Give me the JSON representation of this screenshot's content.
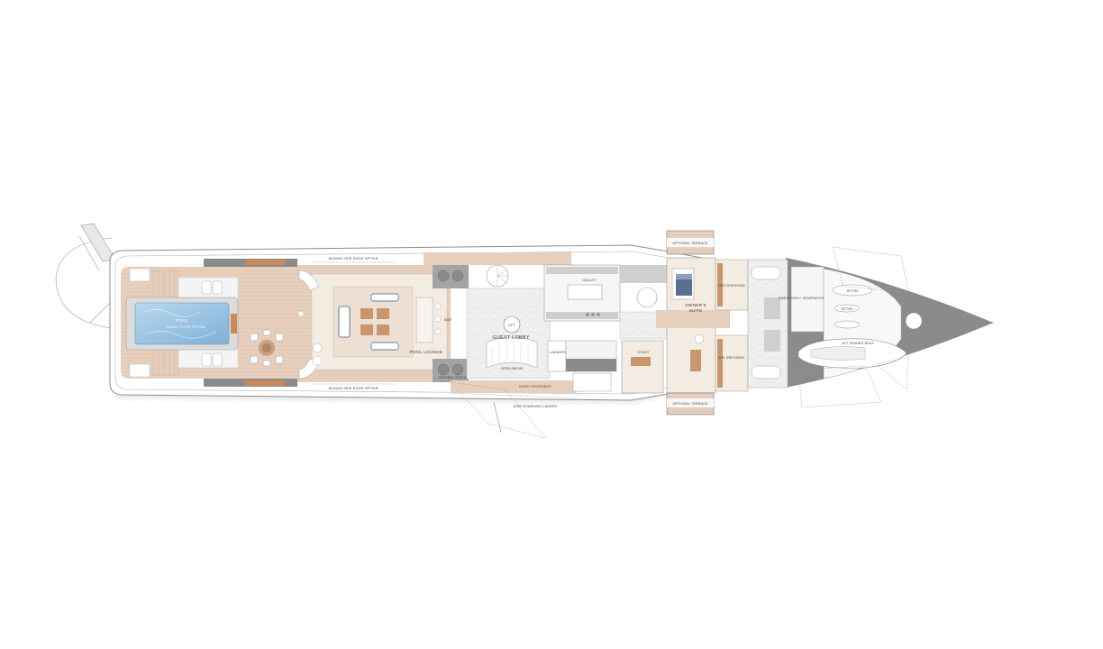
{
  "labels": {
    "pool": "POOL",
    "pool_floor": "GLASS FLOOR OPTION",
    "sliding_top": "SLIDING SIDE DOOR OPTION",
    "sliding_bottom": "SLIDING SIDE DOOR OPTION",
    "pool_lounge": "POOL LOUNGE",
    "bar": "BAR",
    "guest_lobby": "GUEST LOBBY",
    "lift": "LIFT",
    "guest_entrance": "GUEST ENTRANCE",
    "side_boarding": "SIDE BOARDING LADDER",
    "galley": "GALLEY",
    "owners_suite_1": "OWNER'S",
    "owners_suite_2": "SUITE",
    "study": "STUDY",
    "optional_terrace_top": "OPTIONAL TERRACE",
    "optional_terrace_bottom": "OPTIONAL TERRACE",
    "her_dressing": "HER DRESSING",
    "his_dressing": "HIS DRESSING",
    "jet_tender": "JET TENDER BOAT",
    "jetski_top": "JETSKI",
    "jetski_bottom": "JETSKI",
    "emergency_generator": "EMERGENCY GENERATOR ROOM",
    "open_above": "OPEN ABOVE",
    "laundry": "LAUNDRY",
    "central_station": "CENTRAL STATION"
  },
  "colors": {
    "hull_dark": "#8a8b8d",
    "deck_wood": "#e6d0bd",
    "deck_wood_dark": "#d8bba2",
    "interior_light": "#f1ebe3",
    "marble": "#eeeeee",
    "water": "#9ec7e3",
    "accent_blue": "#3f5a82"
  }
}
